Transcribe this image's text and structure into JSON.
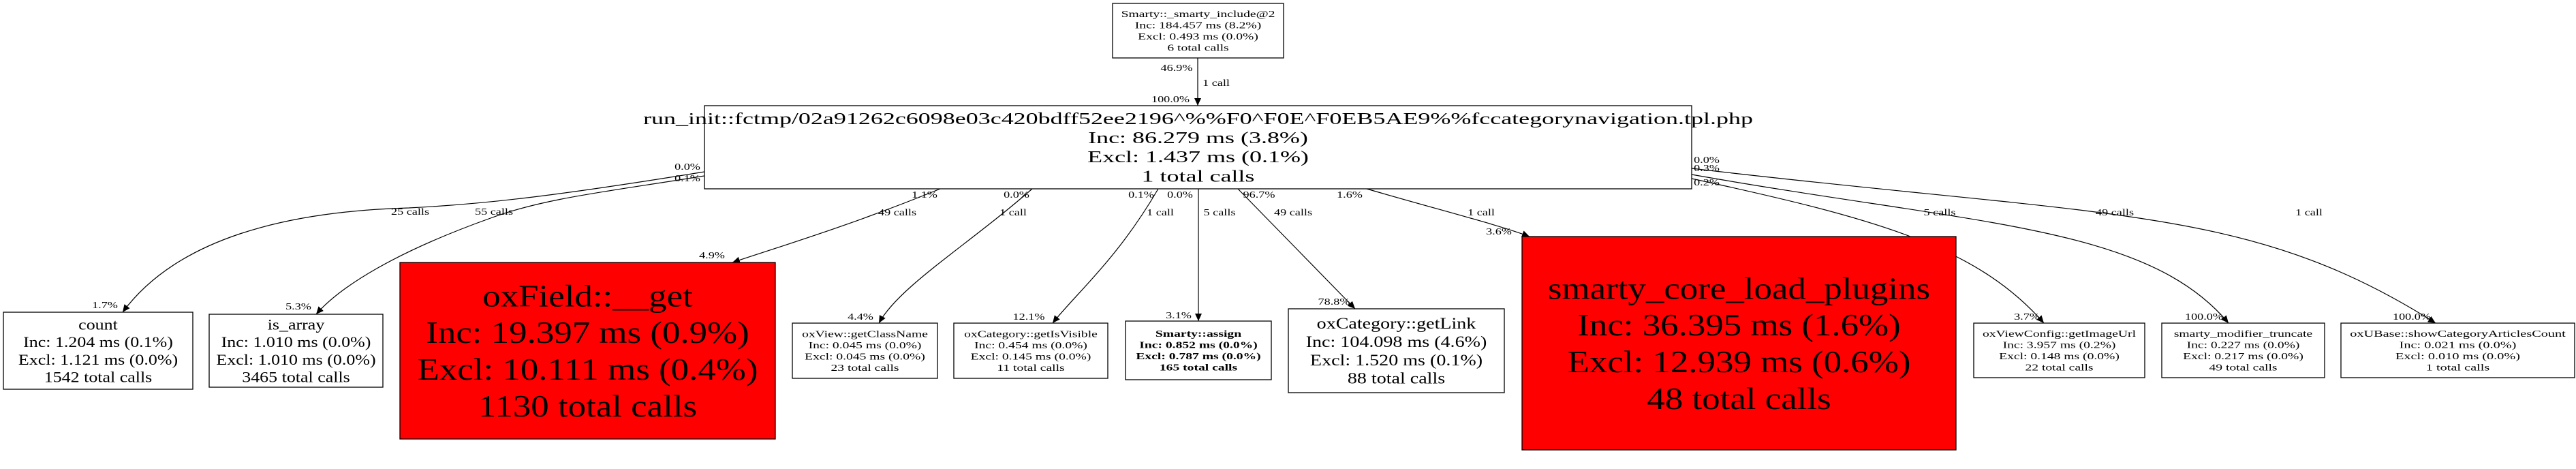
{
  "graph": {
    "nodes": [
      {
        "id": "top",
        "lines": [
          "Smarty::_smarty_include@2",
          "Inc: 184.457 ms (8.2%)",
          "Excl: 0.493 ms (0.0%)",
          "6 total calls"
        ],
        "fill": "#ffffff",
        "bold": false
      },
      {
        "id": "main",
        "lines": [
          "run_init::fctmp/02a91262c6098e03c420bdff52ee2196^%%F0^F0E^F0EB5AE9%%fccategorynavigation.tpl.php",
          "Inc: 86.279 ms (3.8%)",
          "Excl: 1.437 ms (0.1%)",
          "1 total calls"
        ],
        "fill": "#ffffff",
        "bold": false
      },
      {
        "id": "count",
        "lines": [
          "count",
          "Inc: 1.204 ms (0.1%)",
          "Excl: 1.121 ms (0.0%)",
          "1542 total calls"
        ],
        "fill": "#ffffff",
        "bold": false
      },
      {
        "id": "is_array",
        "lines": [
          "is_array",
          "Inc: 1.010 ms (0.0%)",
          "Excl: 1.010 ms (0.0%)",
          "3465 total calls"
        ],
        "fill": "#ffffff",
        "bold": false
      },
      {
        "id": "oxfield",
        "lines": [
          "oxField::__get",
          "Inc: 19.397 ms (0.9%)",
          "Excl: 10.111 ms (0.4%)",
          "1130 total calls"
        ],
        "fill": "#ff0000",
        "bold": false
      },
      {
        "id": "oxview",
        "lines": [
          "oxView::getClassName",
          "Inc: 0.045 ms (0.0%)",
          "Excl: 0.045 ms (0.0%)",
          "23 total calls"
        ],
        "fill": "#ffffff",
        "bold": false
      },
      {
        "id": "isvisible",
        "lines": [
          "oxCategory::getIsVisible",
          "Inc: 0.454 ms (0.0%)",
          "Excl: 0.145 ms (0.0%)",
          "11 total calls"
        ],
        "fill": "#ffffff",
        "bold": false
      },
      {
        "id": "assign",
        "lines": [
          "Smarty::assign",
          "Inc: 0.852 ms (0.0%)",
          "Excl: 0.787 ms (0.0%)",
          "165 total calls"
        ],
        "fill": "#ffffff",
        "bold": true
      },
      {
        "id": "getlink",
        "lines": [
          "oxCategory::getLink",
          "Inc: 104.098 ms (4.6%)",
          "Excl: 1.520 ms (0.1%)",
          "88 total calls"
        ],
        "fill": "#ffffff",
        "bold": false
      },
      {
        "id": "plugins",
        "lines": [
          "smarty_core_load_plugins",
          "Inc: 36.395 ms (1.6%)",
          "Excl: 12.939 ms (0.6%)",
          "48 total calls"
        ],
        "fill": "#ff0000",
        "bold": false
      },
      {
        "id": "imageurl",
        "lines": [
          "oxViewConfig::getImageUrl",
          "Inc: 3.957 ms (0.2%)",
          "Excl: 0.148 ms (0.0%)",
          "22 total calls"
        ],
        "fill": "#ffffff",
        "bold": false
      },
      {
        "id": "truncate",
        "lines": [
          "smarty_modifier_truncate",
          "Inc: 0.227 ms (0.0%)",
          "Excl: 0.217 ms (0.0%)",
          "49 total calls"
        ],
        "fill": "#ffffff",
        "bold": false
      },
      {
        "id": "showcount",
        "lines": [
          "oxUBase::showCategoryArticlesCount",
          "Inc: 0.021 ms (0.0%)",
          "Excl: 0.010 ms (0.0%)",
          "1 total calls"
        ],
        "fill": "#ffffff",
        "bold": false
      }
    ],
    "edges": [
      {
        "from": "top",
        "to": "main",
        "calls": "1 call",
        "tail_pct": "46.9%",
        "head_pct": "100.0%"
      },
      {
        "from": "main",
        "to": "count",
        "calls": "25 calls",
        "tail_pct": "0.0%",
        "head_pct": "1.7%"
      },
      {
        "from": "main",
        "to": "is_array",
        "calls": "55 calls",
        "tail_pct": "0.1%",
        "head_pct": "5.3%"
      },
      {
        "from": "main",
        "to": "oxfield",
        "calls": "49 calls",
        "tail_pct": "1.1%",
        "head_pct": "4.9%"
      },
      {
        "from": "main",
        "to": "oxview",
        "calls": "1 call",
        "tail_pct": "0.0%",
        "head_pct": "4.4%"
      },
      {
        "from": "main",
        "to": "isvisible",
        "calls": "1 call",
        "tail_pct": "0.1%",
        "head_pct": "12.1%"
      },
      {
        "from": "main",
        "to": "assign",
        "calls": "5 calls",
        "tail_pct": "0.0%",
        "head_pct": "3.1%"
      },
      {
        "from": "main",
        "to": "getlink",
        "calls": "49 calls",
        "tail_pct": "96.7%",
        "head_pct": "78.8%"
      },
      {
        "from": "main",
        "to": "plugins",
        "calls": "1 call",
        "tail_pct": "1.6%",
        "head_pct": "3.6%"
      },
      {
        "from": "main",
        "to": "imageurl",
        "calls": "5 calls",
        "tail_pct": "0.2%",
        "head_pct": "3.7%"
      },
      {
        "from": "main",
        "to": "truncate",
        "calls": "49 calls",
        "tail_pct": "0.3%",
        "head_pct": "100.0%"
      },
      {
        "from": "main",
        "to": "showcount",
        "calls": "1 call",
        "tail_pct": "0.0%",
        "head_pct": "100.0%"
      }
    ]
  }
}
